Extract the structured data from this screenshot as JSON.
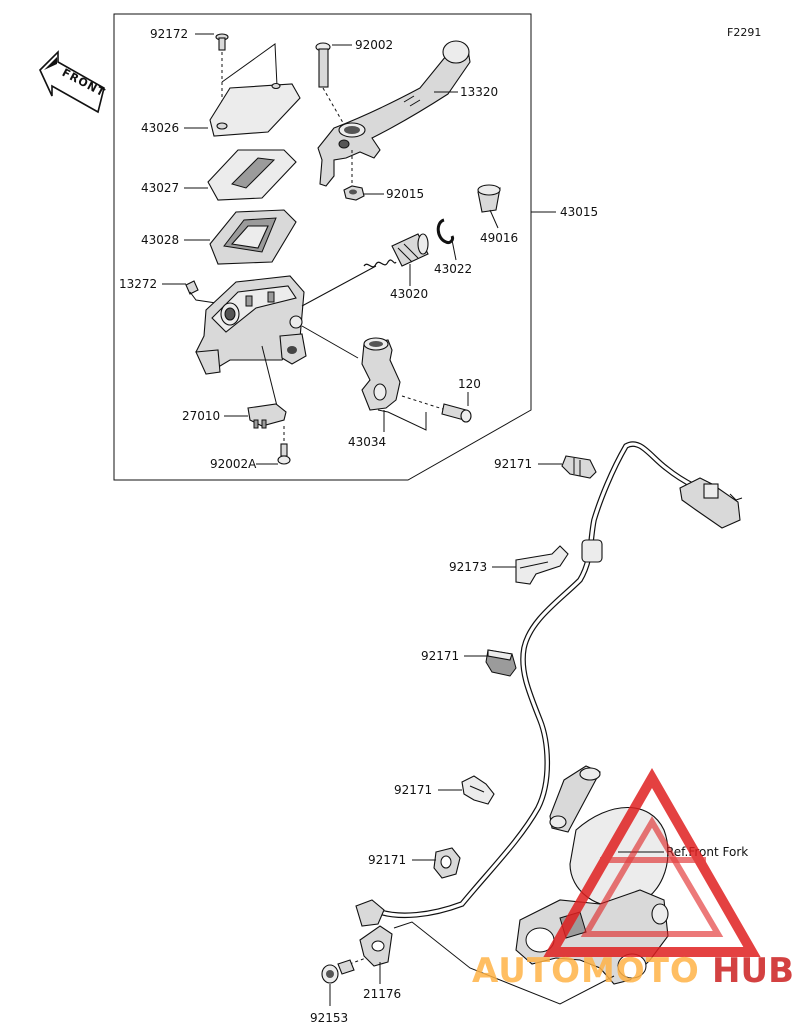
{
  "figure_code": "F2291",
  "front_label": "FRONT",
  "reference_label": "Ref.Front Fork",
  "watermark": {
    "text_left": "AUTOMOTO",
    "text_right": "HUB",
    "color": "#e02020"
  },
  "parts": {
    "p92172": "92172",
    "p92002": "92002",
    "p13320": "13320",
    "p43026": "43026",
    "p43027": "43027",
    "p92015": "92015",
    "p43015": "43015",
    "p49016": "49016",
    "p43028": "43028",
    "p43022": "43022",
    "p13272": "13272",
    "p43020": "43020",
    "p120": "120",
    "p27010": "27010",
    "p43034": "43034",
    "p92002A": "92002A",
    "p92171a": "92171",
    "p92173": "92173",
    "p92171b": "92171",
    "p92171c": "92171",
    "p92171d": "92171",
    "p21176": "21176",
    "p92153": "92153"
  }
}
